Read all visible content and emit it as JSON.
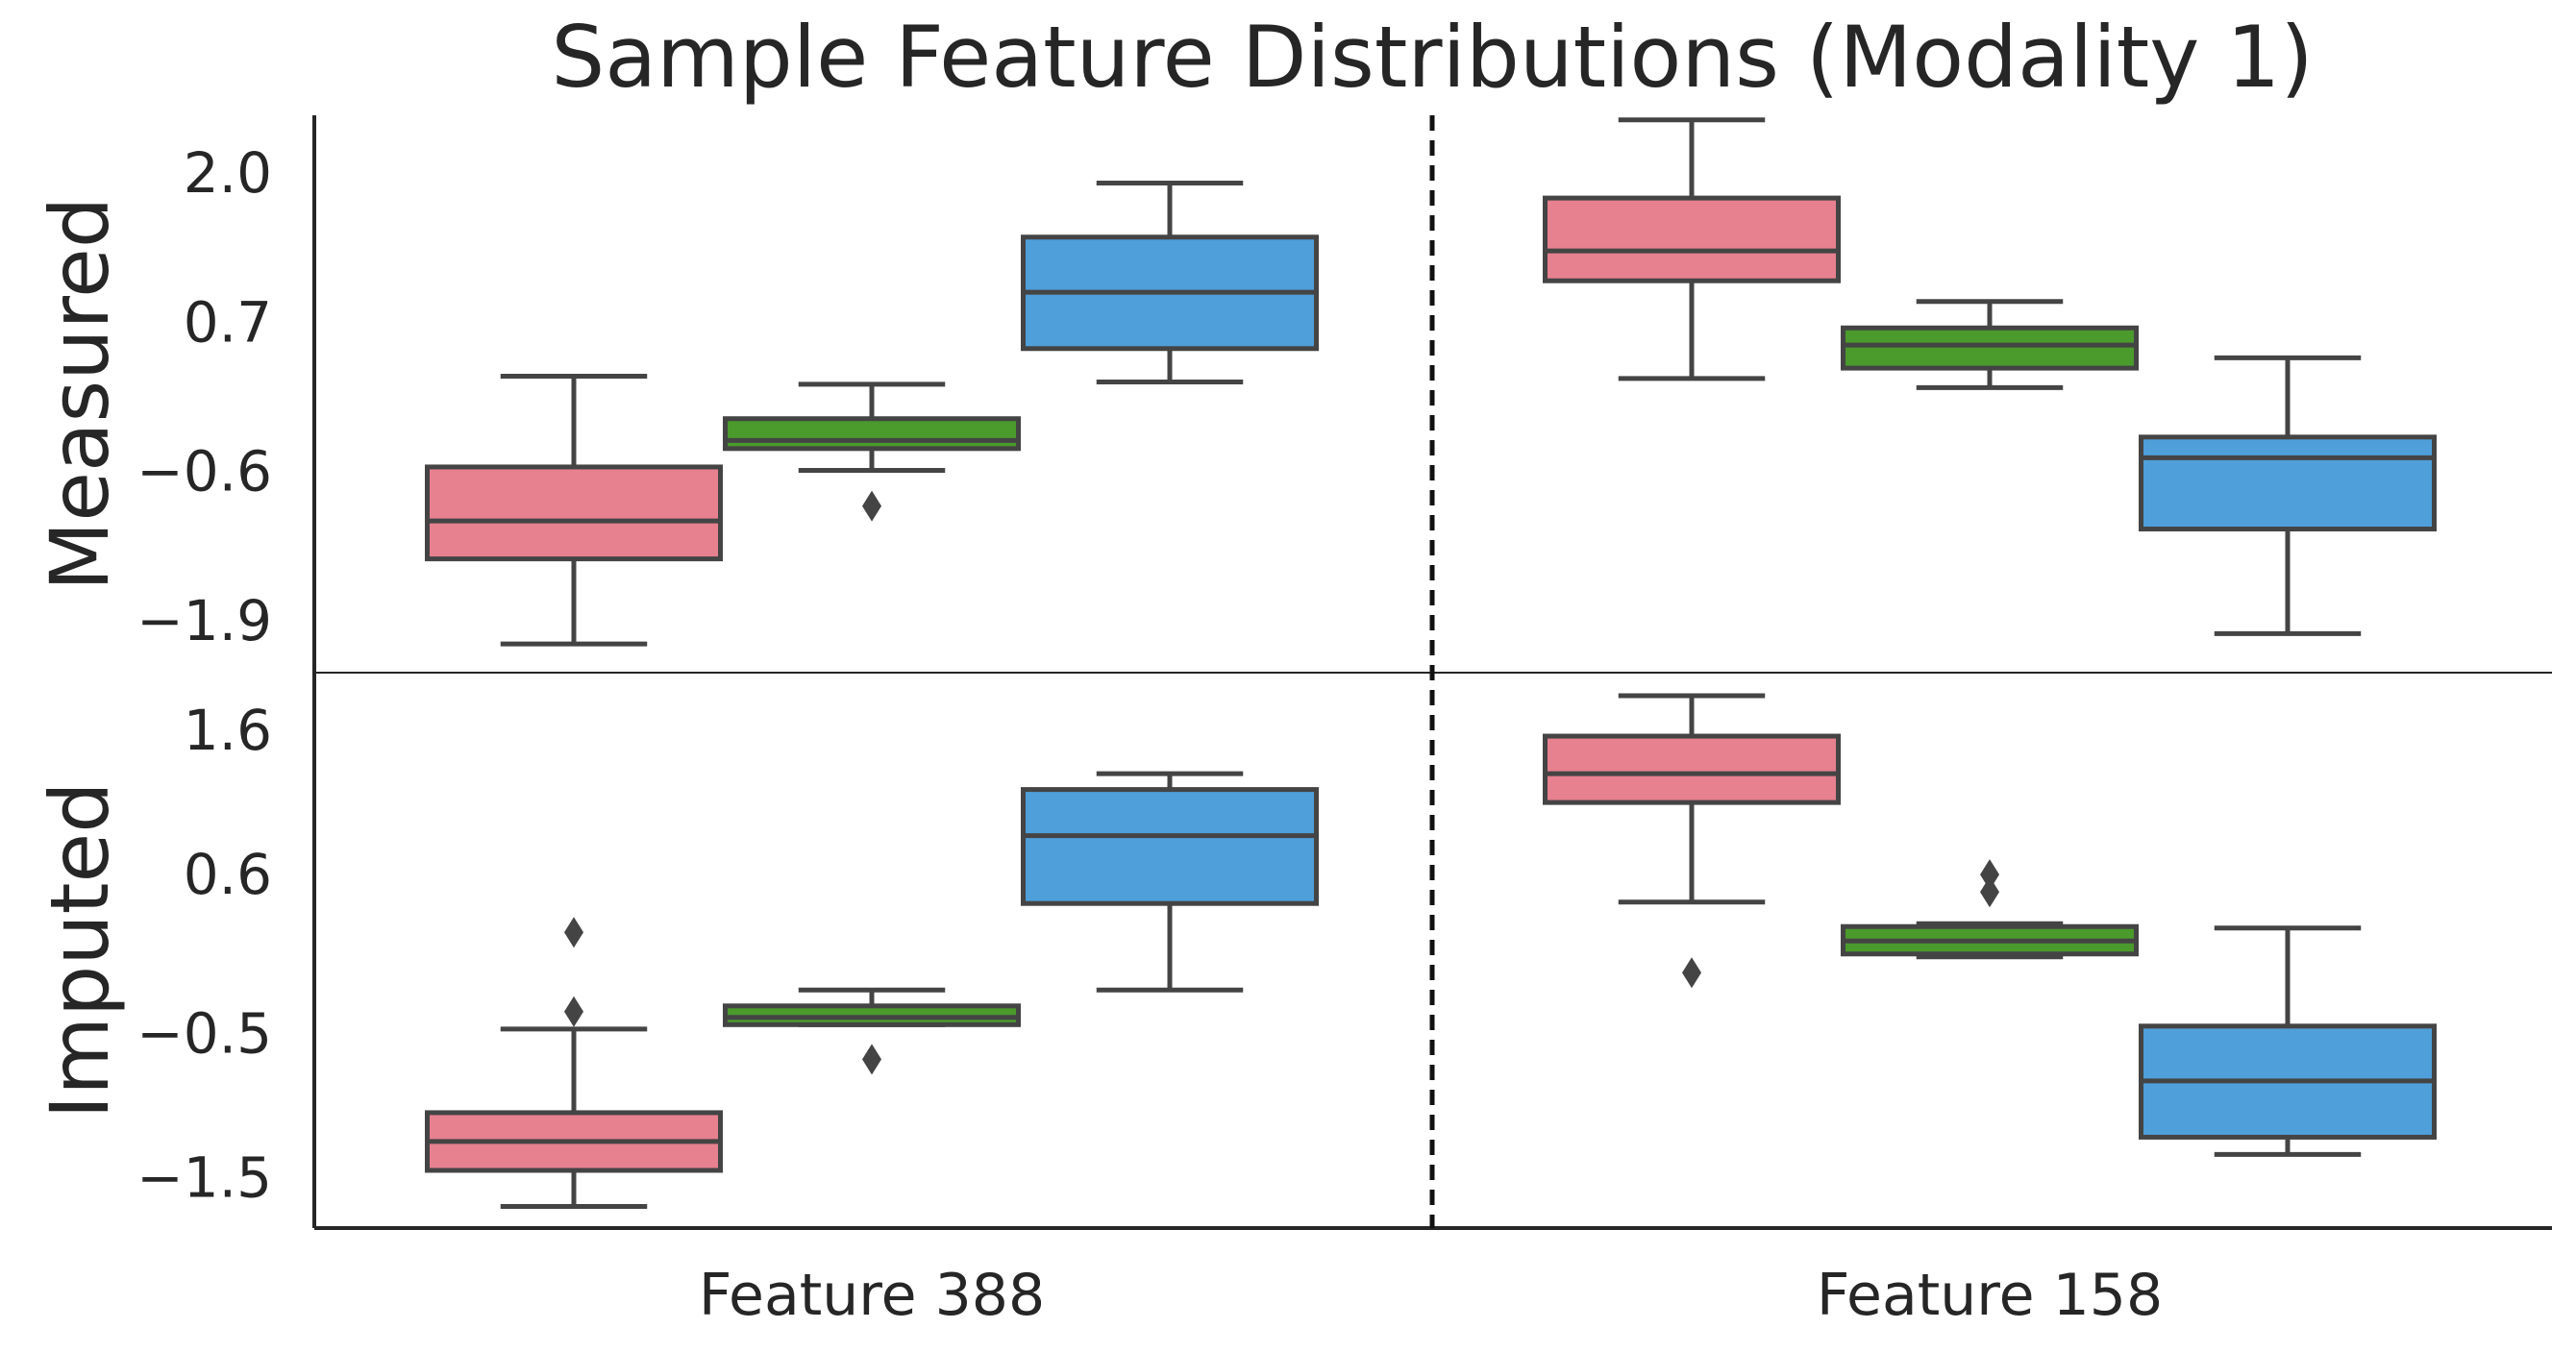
{
  "chart_data": {
    "type": "box",
    "title": "Sample Feature Distributions (Modality 1)",
    "categories": [
      "Feature 388",
      "Feature 158"
    ],
    "series_colors": [
      "#e7808f",
      "#4a9a2c",
      "#4f9fda"
    ],
    "panels": [
      {
        "name": "Measured",
        "yticks": [
          2.0,
          0.7,
          -0.6,
          -1.9
        ],
        "ytick_labels": [
          "2.0",
          "0.7",
          "−0.6",
          "−1.9"
        ],
        "ylim": [
          -2.35,
          2.5
        ],
        "boxes": [
          [
            {
              "whislo": -2.1,
              "q1": -1.36,
              "med": -1.03,
              "q3": -0.56,
              "whishi": 0.23,
              "fliers": []
            },
            {
              "whislo": -0.59,
              "q1": -0.4,
              "med": -0.33,
              "q3": -0.14,
              "whishi": 0.16,
              "fliers": [
                -0.9
              ]
            },
            {
              "whislo": 0.18,
              "q1": 0.47,
              "med": 0.96,
              "q3": 1.44,
              "whishi": 1.91
            }
          ],
          [
            {
              "whislo": 0.21,
              "q1": 1.06,
              "med": 1.32,
              "q3": 1.78,
              "whishi": 2.46,
              "fliers": []
            },
            {
              "whislo": 0.13,
              "q1": 0.3,
              "med": 0.5,
              "q3": 0.65,
              "whishi": 0.88,
              "fliers": []
            },
            {
              "whislo": -2.01,
              "q1": -1.1,
              "med": -0.48,
              "q3": -0.3,
              "whishi": 0.39,
              "fliers": []
            }
          ]
        ]
      },
      {
        "name": "Imputed",
        "yticks": [
          1.6,
          0.6,
          -0.5,
          -1.5
        ],
        "ytick_labels": [
          "1.6",
          "0.6",
          "−0.5",
          "−1.5"
        ],
        "ylim": [
          -1.85,
          2.0
        ],
        "boxes": [
          [
            {
              "whislo": -1.7,
              "q1": -1.45,
              "med": -1.25,
              "q3": -1.05,
              "whishi": -0.47,
              "fliers": [
                -0.35,
                0.2
              ]
            },
            {
              "whislo": -0.44,
              "q1": -0.44,
              "med": -0.39,
              "q3": -0.31,
              "whishi": -0.2,
              "fliers": [
                -0.68
              ]
            },
            {
              "whislo": -0.2,
              "q1": 0.4,
              "med": 0.87,
              "q3": 1.19,
              "whishi": 1.3
            }
          ],
          [
            {
              "whislo": 0.41,
              "q1": 1.1,
              "med": 1.3,
              "q3": 1.56,
              "whishi": 1.84,
              "fliers": [
                -0.08
              ]
            },
            {
              "whislo": 0.03,
              "q1": 0.05,
              "med": 0.14,
              "q3": 0.24,
              "whishi": 0.26,
              "fliers": [
                0.48,
                0.6
              ]
            },
            {
              "whislo": -1.34,
              "q1": -1.22,
              "med": -0.83,
              "q3": -0.45,
              "whishi": 0.23,
              "fliers": []
            }
          ]
        ]
      }
    ],
    "grid": false,
    "legend": "none"
  }
}
